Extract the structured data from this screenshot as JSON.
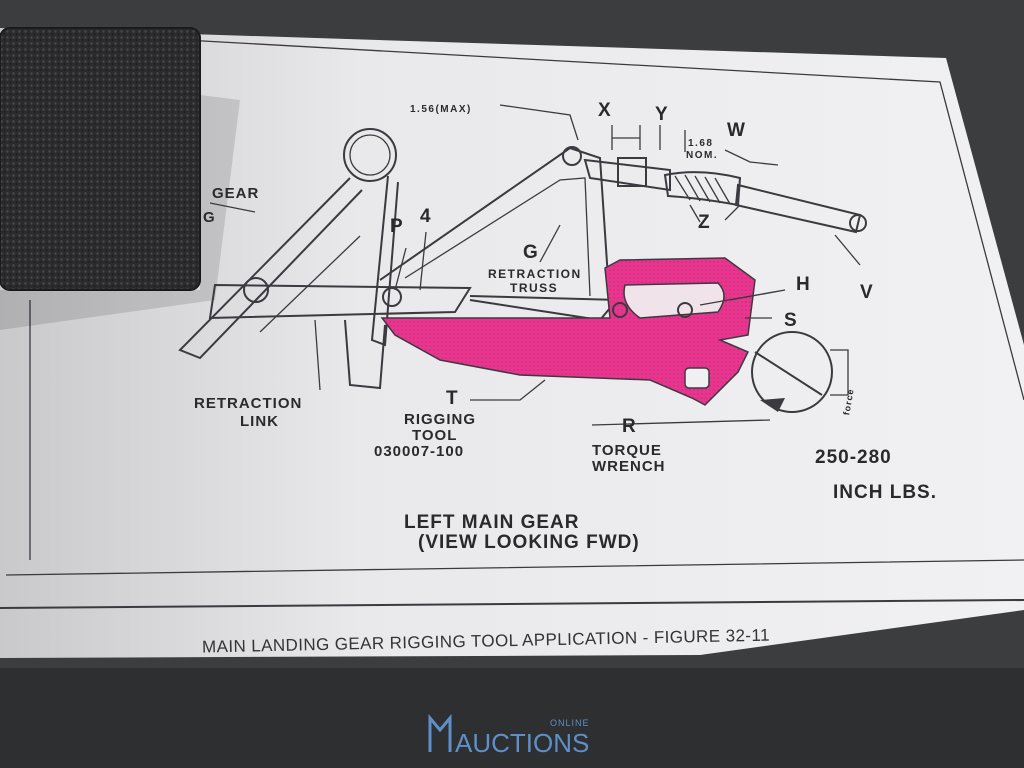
{
  "diagram": {
    "title": "LEFT MAIN GEAR",
    "subtitle": "(VIEW LOOKING FWD)",
    "caption": "MAIN LANDING GEAR RIGGING TOOL APPLICATION - FIGURE 32-11",
    "labels": {
      "dim_max": "1.56(MAX)",
      "x": "X",
      "y": "Y",
      "w": "W",
      "dim_nom_value": "1.68",
      "dim_nom_unit": "NOM.",
      "z": "Z",
      "gear_1": "GEAR",
      "gear_2": "G",
      "p": "P",
      "four": "4",
      "g": "G",
      "retraction_truss_1": "RETRACTION",
      "retraction_truss_2": "TRUSS",
      "h": "H",
      "v": "V",
      "s": "S",
      "retraction_link_1": "RETRACTION",
      "retraction_link_2": "LINK",
      "t": "T",
      "rigging_tool_1": "RIGGING",
      "rigging_tool_2": "TOOL",
      "rigging_tool_part": "030007-100",
      "r": "R",
      "torque_wrench_1": "TORQUE",
      "torque_wrench_2": "WRENCH",
      "torque_value": "250-280",
      "torque_unit": "INCH LBS.",
      "force": "force"
    },
    "highlight_color": "#e8368f"
  },
  "watermark": {
    "brand": "AUCTIONS",
    "tag": "ONLINE",
    "color": "#5f8fc8"
  }
}
